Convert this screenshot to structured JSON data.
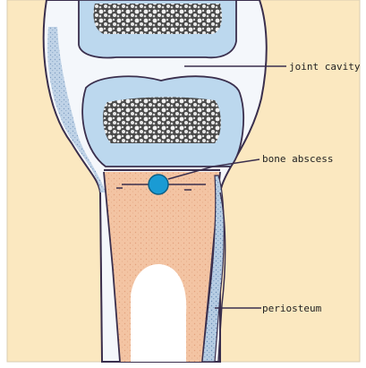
{
  "labels": {
    "joint_cavity": "joint cavity",
    "bone_abscess": "bone abscess",
    "periosteum": "periosteum"
  },
  "colors": {
    "background": "#fbe8c0",
    "outline": "#3a2f4d",
    "cartilage": "#bcd8ee",
    "capsule": "#f4f7fb",
    "marrow": "#f3c4a3",
    "abscess": "#1a9bd4",
    "periosteum_band": "#8fb0d3"
  }
}
